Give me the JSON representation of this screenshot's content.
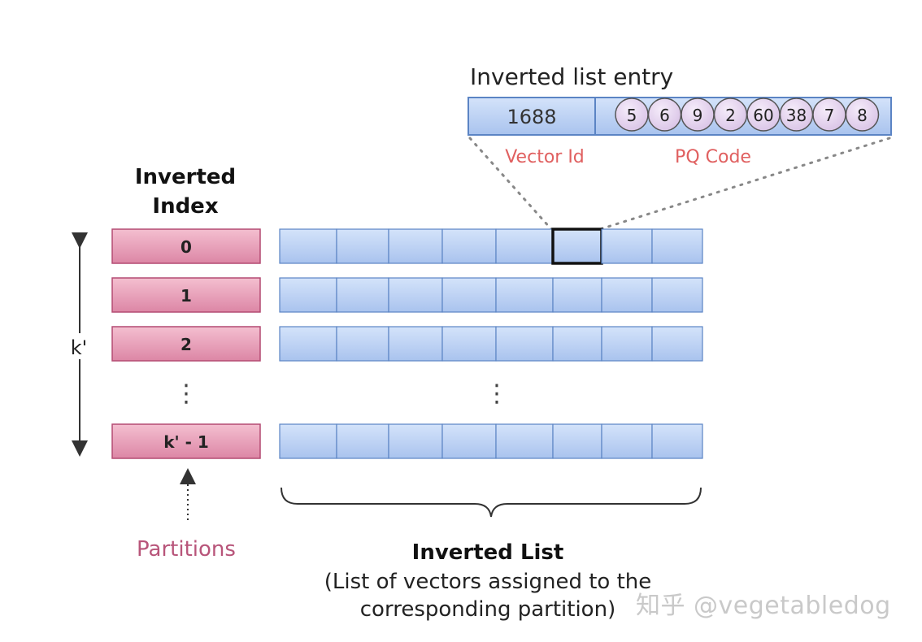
{
  "entry": {
    "title": "Inverted list entry",
    "vector_id": "1688",
    "pq_code": [
      "5",
      "6",
      "9",
      "2",
      "60",
      "38",
      "7",
      "8"
    ],
    "vector_id_label": "Vector Id",
    "pq_code_label": "PQ Code"
  },
  "index": {
    "title_line1": "Inverted",
    "title_line2": "Index",
    "partitions": [
      "0",
      "1",
      "2",
      "k' - 1"
    ],
    "ellipsis": "⋮",
    "k_label": "k'",
    "partitions_label": "Partitions"
  },
  "list": {
    "cells_per_row": 8,
    "highlight": {
      "row": 0,
      "cell": 5
    },
    "ellipsis": "⋮",
    "title": "Inverted List",
    "subtitle_line1": "(List of vectors assigned to the",
    "subtitle_line2": "corresponding partition)"
  },
  "watermark": "知乎 @vegetabledog",
  "colors": {
    "cell_fill": "#b9d0f3",
    "cell_stroke": "#5b84c4",
    "partition_fill": "#e8a0b8",
    "partition_stroke": "#b44a72",
    "pq_circle": "#e5d4ef",
    "label_red": "#e06060",
    "partitions_label": "#b8557a"
  }
}
